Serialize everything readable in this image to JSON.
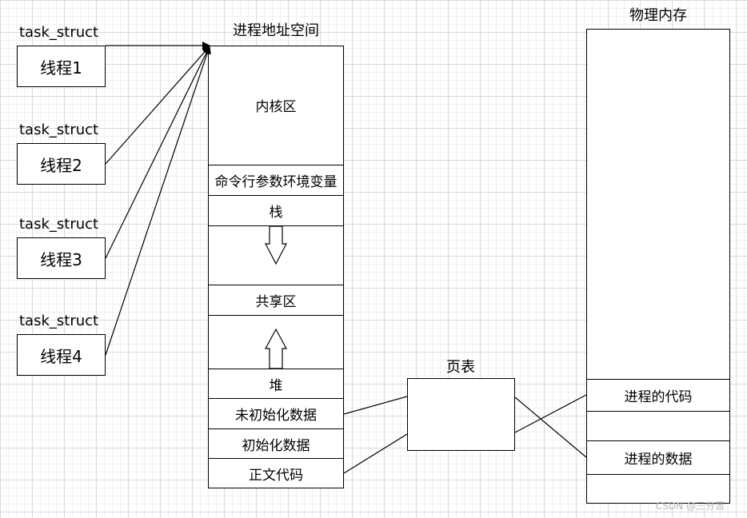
{
  "threads": [
    {
      "struct_label": "task_struct",
      "name": "线程1"
    },
    {
      "struct_label": "task_struct",
      "name": "线程2"
    },
    {
      "struct_label": "task_struct",
      "name": "线程3"
    },
    {
      "struct_label": "task_struct",
      "name": "线程4"
    }
  ],
  "address_space": {
    "title": "进程地址空间",
    "segments": {
      "kernel": "内核区",
      "args_env": "命令行参数环境变量",
      "stack": "栈",
      "shared": "共享区",
      "heap": "堆",
      "bss": "未初始化数据",
      "data": "初始化数据",
      "text": "正文代码"
    }
  },
  "page_table": {
    "title": "页表"
  },
  "physical_memory": {
    "title": "物理内存",
    "blocks": {
      "code": "进程的代码",
      "data": "进程的数据"
    }
  },
  "watermark": "CSDN @三分苦"
}
